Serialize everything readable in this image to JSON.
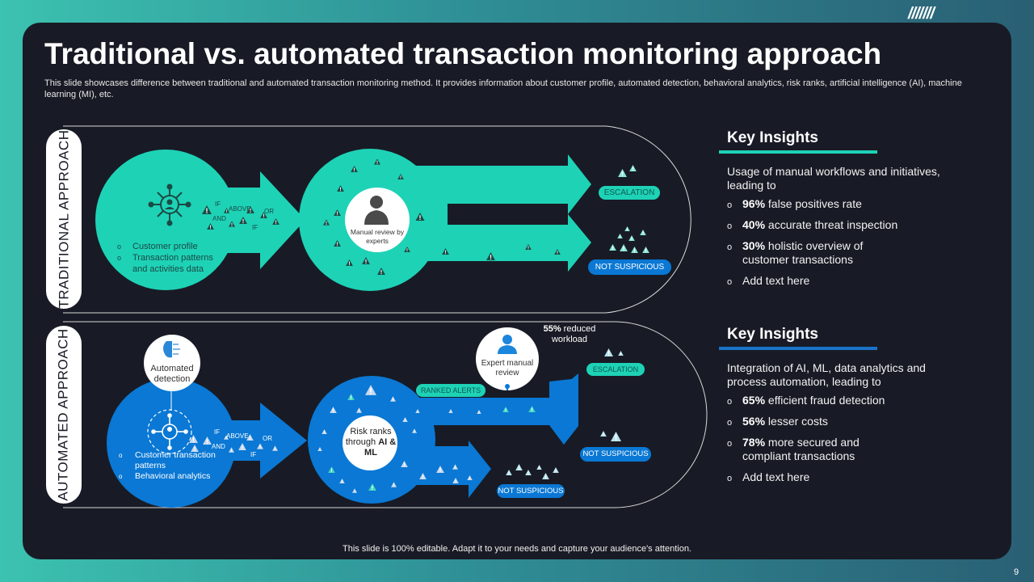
{
  "slide": {
    "title": "Traditional vs. automated transaction monitoring approach",
    "subtitle": "This slide showcases difference between traditional and automated transaction monitoring method. It provides information about customer profile, automated detection, behavioral analytics, risk ranks, artificial intelligence (AI),  machine learning (MI), etc.",
    "footer": "This slide is 100% editable. Adapt it to your needs and capture your audience's attention.",
    "page_number": "9",
    "decoration": "///////"
  },
  "colors": {
    "teal": "#1ed2b6",
    "blue": "#0a78d4",
    "panel": "#181b25",
    "alert_dark": "#1b4a44"
  },
  "traditional": {
    "label": "TRADITIONAL APPROACH",
    "input_icon": "customer-network-icon",
    "inputs": [
      "Customer profile",
      "Transaction patterns and activities data"
    ],
    "rule_keywords": {
      "if1": "IF",
      "above": "ABOVE",
      "and": "AND",
      "or": "OR",
      "if2": "IF"
    },
    "review_label": "Manual review by experts",
    "review_icon": "businessman-icon",
    "outcomes": {
      "escalation": "ESCALATION",
      "not_suspicious": "NOT SUSPICIOUS"
    }
  },
  "automated": {
    "label": "AUTOMATED APPROACH",
    "detection_label": "Automated detection",
    "detection_icon": "ai-brain-icon",
    "input_icon": "customer-network-icon",
    "inputs": [
      "Customer transaction patterns",
      "Behavioral analytics"
    ],
    "rule_keywords": {
      "if1": "IF",
      "above": "ABOVE",
      "and": "AND",
      "or": "OR",
      "if2": "IF"
    },
    "risk_label_1": "Risk ranks",
    "risk_label_2": "through ",
    "risk_label_bold": "AI & ML",
    "ranked_alerts": "RANKED ALERTS",
    "expert_label": "Expert manual review",
    "expert_icon": "businessman-icon",
    "workload_note_bold": "55%",
    "workload_note": " reduced workload",
    "outcomes": {
      "escalation": "ESCALATION",
      "not_suspicious_top": "NOT SUSPICIOUS",
      "not_suspicious_bottom": "NOT SUSPICIOUS"
    }
  },
  "key_insights": [
    {
      "title": "Key Insights",
      "accent": "#1ed2b6",
      "lead": "Usage of manual workflows and initiatives, leading to",
      "items": [
        {
          "bold": "96%",
          "text": " false positives rate"
        },
        {
          "bold": "40%",
          "text": " accurate threat inspection"
        },
        {
          "bold": "30%",
          "text": " holistic overview of customer transactions"
        },
        {
          "bold": "",
          "text": "Add text here"
        }
      ]
    },
    {
      "title": "Key Insights",
      "accent": "#1a73c8",
      "lead": "Integration of AI, ML, data analytics and process automation, leading to",
      "items": [
        {
          "bold": "65%",
          "text": " efficient fraud detection"
        },
        {
          "bold": "56%",
          "text": " lesser costs"
        },
        {
          "bold": "78%",
          "text": " more secured and compliant transactions"
        },
        {
          "bold": "",
          "text": "Add text here"
        }
      ]
    }
  ]
}
